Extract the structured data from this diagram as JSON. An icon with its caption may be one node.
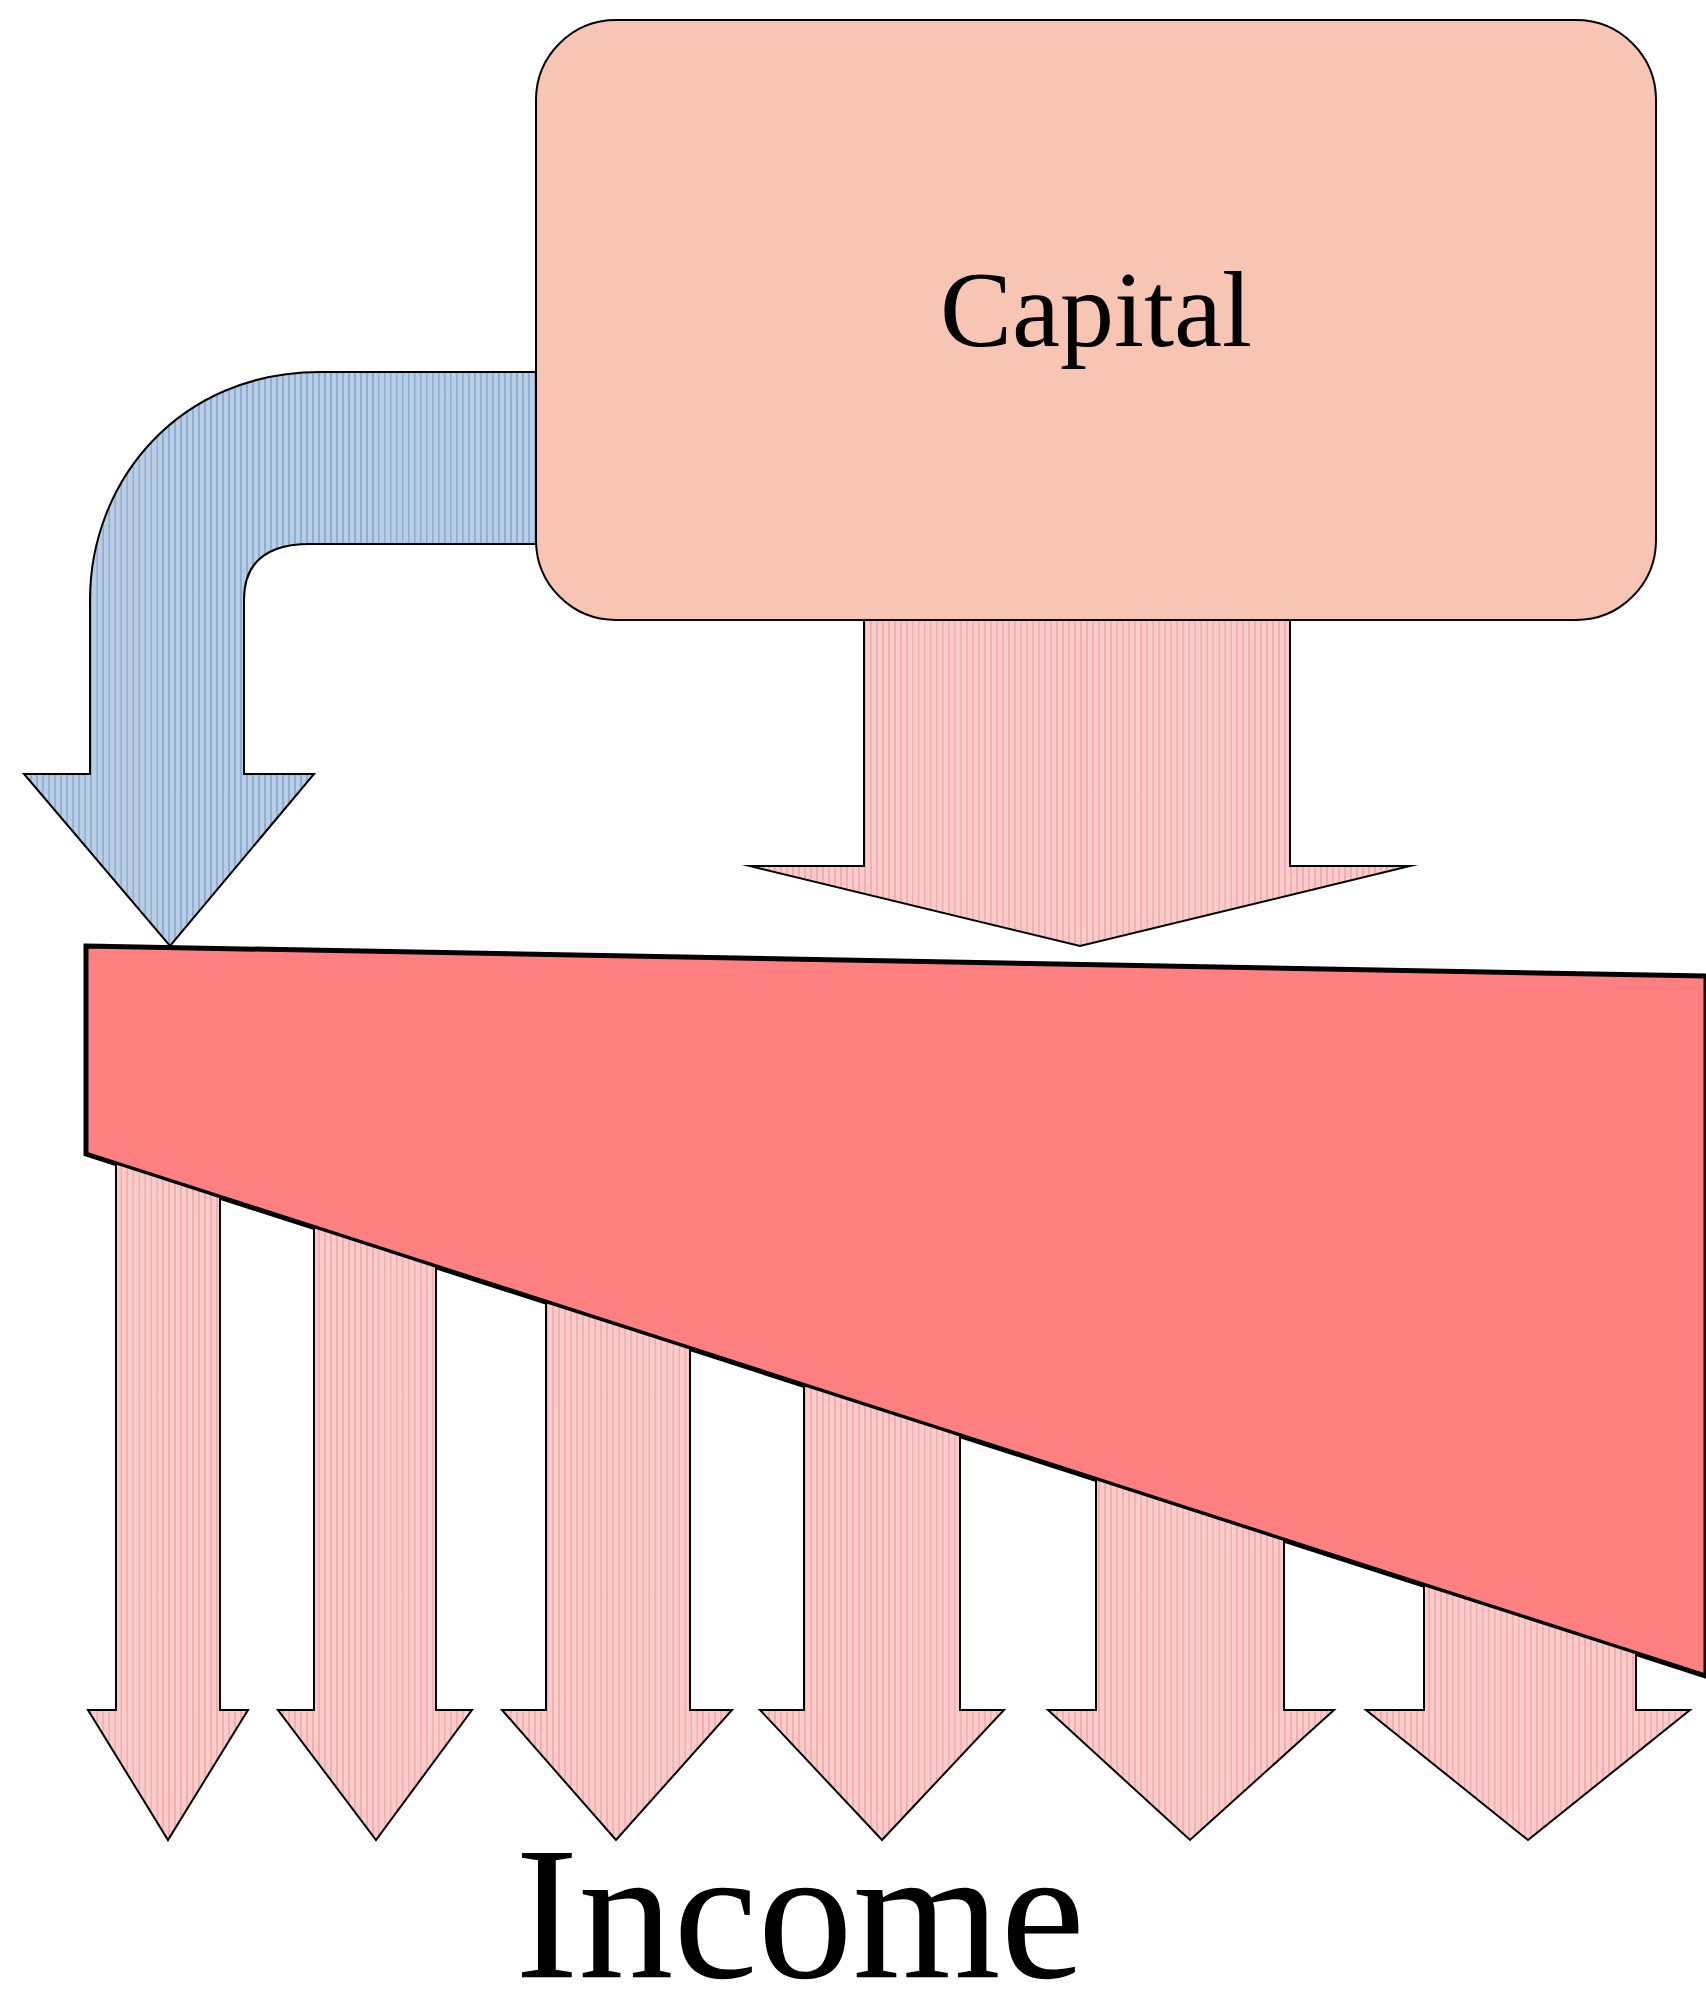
{
  "diagram": {
    "nodes": [
      {
        "text": [
          "Capital"
        ]
      },
      {
        "text": [],
        "shape": "trapezoid"
      },
      {
        "text": [
          "Income"
        ]
      }
    ],
    "edges": [
      {
        "from": 0,
        "to": 1,
        "arrow": "to",
        "color": "#4f81bd"
      },
      {
        "from": 0,
        "to": 1,
        "arrow": "to"
      },
      {
        "from": 1,
        "to": 2,
        "arrow": "to"
      },
      {
        "from": 1,
        "to": 2,
        "arrow": "to"
      },
      {
        "from": 1,
        "to": 2,
        "arrow": "to"
      },
      {
        "from": 1,
        "to": 2,
        "arrow": "to"
      },
      {
        "from": 1,
        "to": 2,
        "arrow": "to"
      },
      {
        "from": 1,
        "to": null,
        "arrow": "to"
      }
    ]
  }
}
